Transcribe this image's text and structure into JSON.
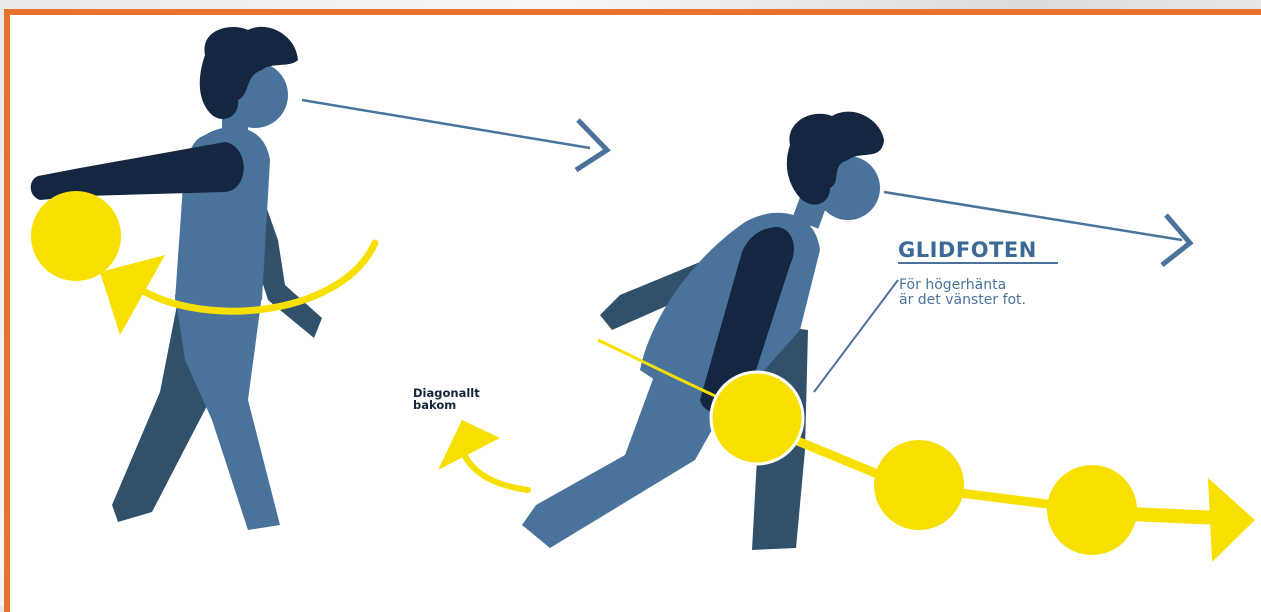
{
  "labels": {
    "title": "GLIDFOTEN",
    "subtitle_line1": "För högerhänta",
    "subtitle_line2": "är det vänster fot.",
    "diagonal_line1": "Diagonallt",
    "diagonal_line2": "bakom"
  },
  "colors": {
    "frame_border": "#e8722b",
    "figure_front": "#4a739b",
    "figure_back": "#31506a",
    "hair_arm_dark": "#142640",
    "ball_yellow": "#f7e000",
    "arrow_blue": "#4a739b",
    "title_text": "#3c6a96",
    "subtitle_text": "#4a739b",
    "diagonal_text": "#16243a"
  },
  "icons": [
    "gaze-arrow",
    "swing-arrow",
    "ball-path-arrow",
    "diagonal-back-arrow"
  ]
}
